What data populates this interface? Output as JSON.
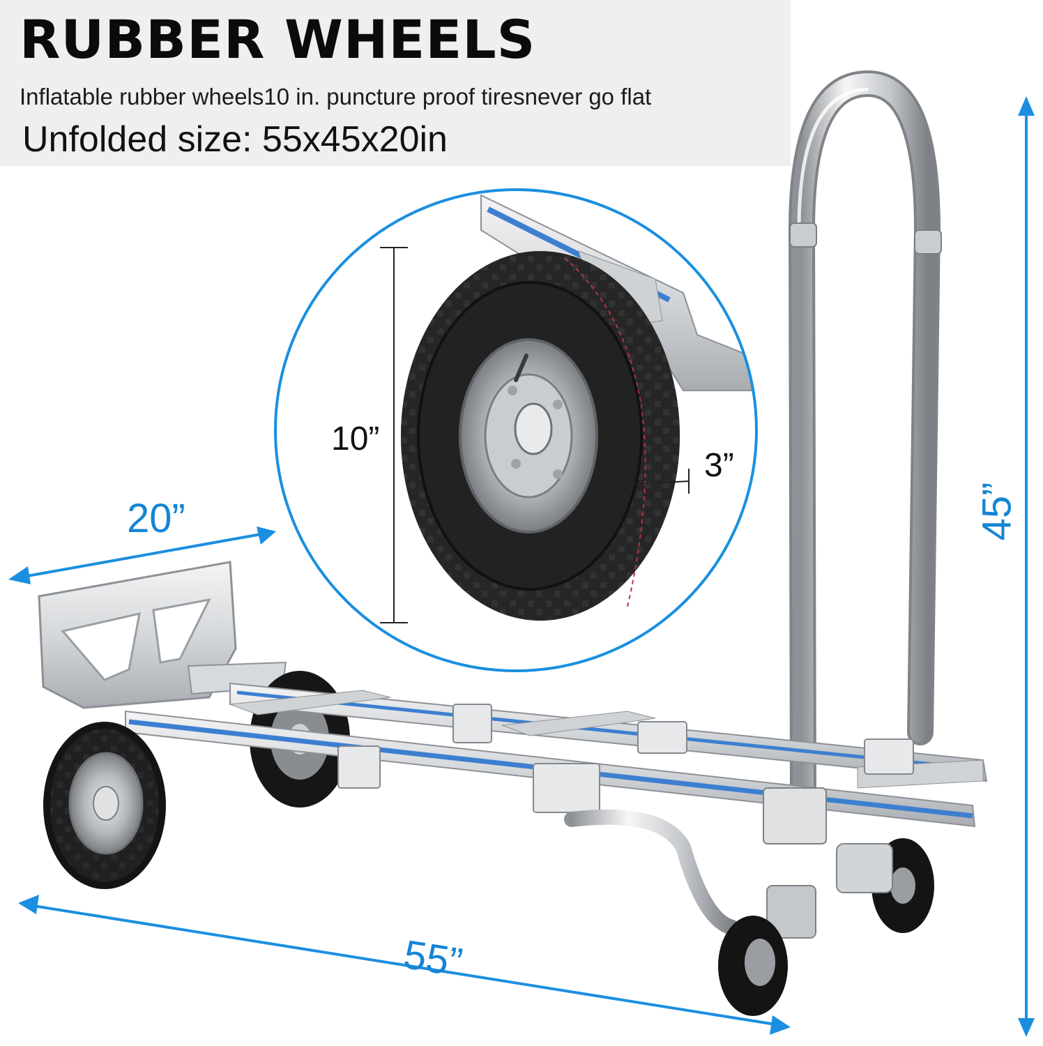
{
  "header": {
    "title": "RUBBER WHEELS",
    "subtitle": "Inflatable rubber wheels10 in. puncture proof tiresnever go flat",
    "unfolded_size": "Unfolded size: 55x45x20in"
  },
  "dimensions": {
    "width": "20”",
    "length": "55”",
    "height": "45”",
    "wheel_diameter": "10”",
    "wheel_width": "3”"
  },
  "colors": {
    "accent": "#1585d3",
    "header_bg": "#efefef"
  }
}
